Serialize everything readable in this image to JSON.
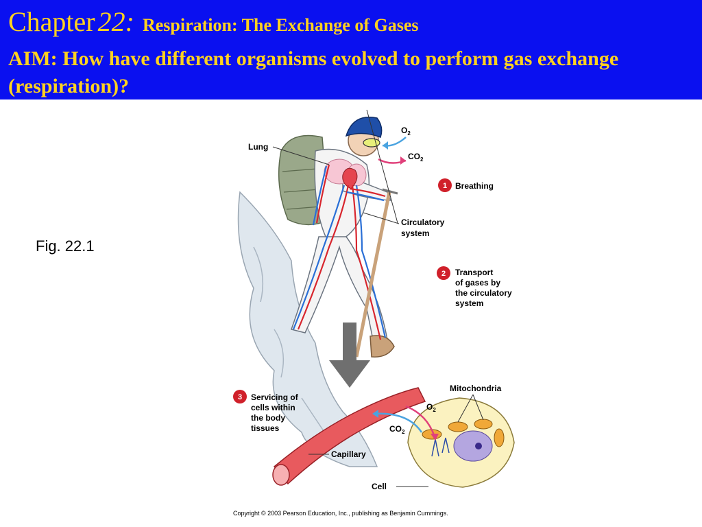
{
  "header": {
    "chapter_word": "Chapter",
    "chapter_number": "22:",
    "subtitle": "Respiration: The Exchange of Gases",
    "aim": "AIM: How have different organisms evolved to perform gas exchange (respiration)?"
  },
  "figure": {
    "caption": "Fig. 22.1",
    "labels": {
      "lung": "Lung",
      "o2_top": "O",
      "co2_top": "CO",
      "sub2": "2",
      "breathing": "Breathing",
      "circulatory_1": "Circulatory",
      "circulatory_2": "system",
      "transport_1": "Transport",
      "transport_2": "of gases by",
      "transport_3": "the circulatory",
      "transport_4": "system",
      "servicing_1": "Servicing of",
      "servicing_2": "cells within",
      "servicing_3": "the body",
      "servicing_4": "tissues",
      "mitochondria": "Mitochondria",
      "o2_cell": "O",
      "co2_cell": "CO",
      "capillary": "Capillary",
      "cell": "Cell"
    },
    "steps": [
      "1",
      "2",
      "3"
    ]
  },
  "copyright": "Copyright © 2003 Pearson Education, Inc., publishing as Benjamin Cummings.",
  "colors": {
    "header_bg": "#0a10f0",
    "header_text": "#ffd21f",
    "step_badge": "#d0202a",
    "artery": "#d8262e",
    "vein": "#2a6fd6"
  }
}
